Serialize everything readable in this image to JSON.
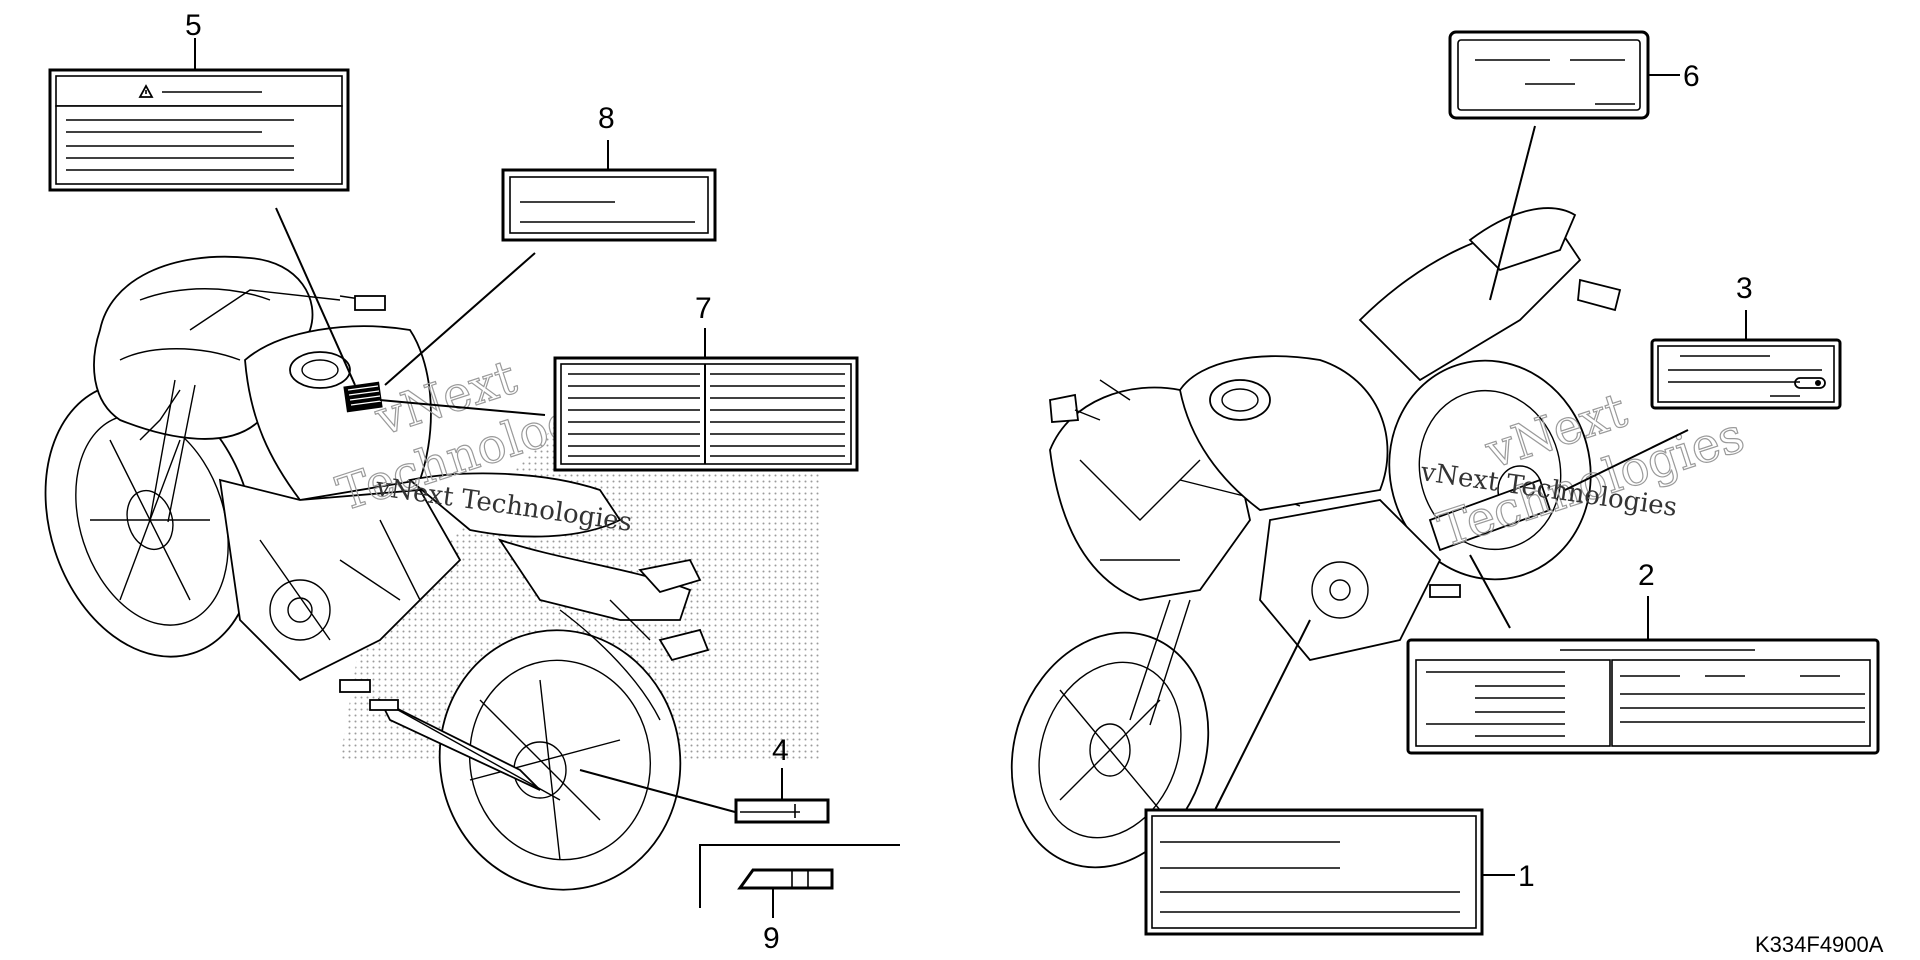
{
  "diagram": {
    "part_code": "K334F4900A",
    "watermark": {
      "line1": "vNext",
      "line2": "Technologies",
      "small": "vNext Technologies"
    },
    "callouts": [
      {
        "id": "1",
        "label": "1"
      },
      {
        "id": "2",
        "label": "2"
      },
      {
        "id": "3",
        "label": "3"
      },
      {
        "id": "4",
        "label": "4"
      },
      {
        "id": "5",
        "label": "5"
      },
      {
        "id": "6",
        "label": "6"
      },
      {
        "id": "7",
        "label": "7"
      },
      {
        "id": "8",
        "label": "8"
      },
      {
        "id": "9",
        "label": "9"
      }
    ],
    "warning_icon": "warning-triangle-icon"
  }
}
